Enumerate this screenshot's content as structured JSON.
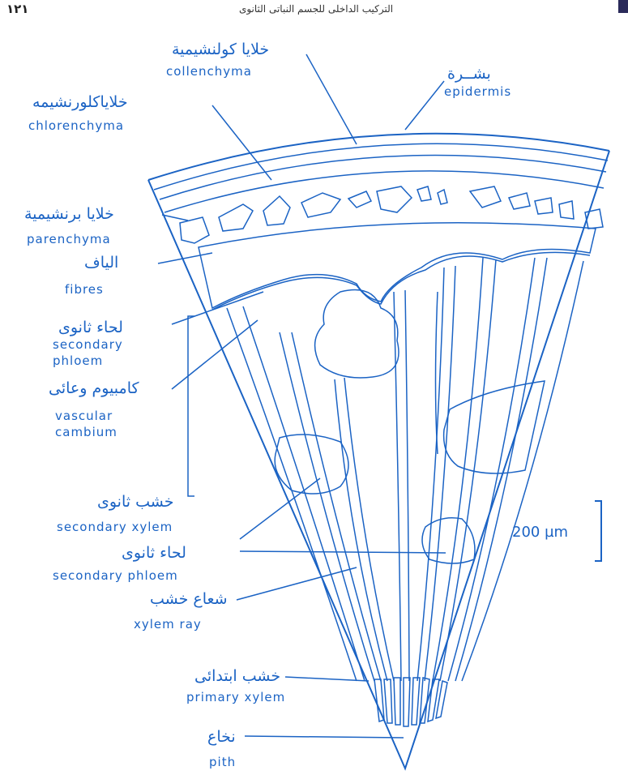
{
  "header": {
    "page_number": "١٢١",
    "title": "التركيب الداخلى للجسم النباتى الثانوى"
  },
  "labels": {
    "collenchyma": {
      "ar": "خلايا كولنشيمية",
      "en": "collenchyma"
    },
    "epidermis": {
      "ar": "بشــرة",
      "en": "epidermis"
    },
    "chlorenchyma": {
      "ar": "خلاياكلورنشيمه",
      "en": "chlorenchyma"
    },
    "parenchyma": {
      "ar": "خلايا برنشيمية",
      "en": "parenchyma"
    },
    "fibres": {
      "ar": "الياف",
      "en": "fibres"
    },
    "secondary_phloem": {
      "ar": "لحاء ثانوى",
      "en1": "secondary",
      "en2": "phloem"
    },
    "vascular_cambium": {
      "ar": "كامبيوم وعائى",
      "en1": "vascular",
      "en2": "cambium"
    },
    "secondary_xylem": {
      "ar": "خشب ثانوى",
      "en": "secondary xylem"
    },
    "secondary_phloem_2": {
      "ar": "لحاء ثانوى",
      "en": "secondary phloem"
    },
    "xylem_ray": {
      "ar": "شعاع خشب",
      "en": "xylem ray"
    },
    "primary_xylem": {
      "ar": "خشب ابتدائى",
      "en": "primary xylem"
    },
    "pith": {
      "ar": "نخاع",
      "en": "pith"
    }
  },
  "scale_bar": {
    "label": "200 µm"
  },
  "colors": {
    "ink": "#1b63c4",
    "background": "#ffffff"
  }
}
